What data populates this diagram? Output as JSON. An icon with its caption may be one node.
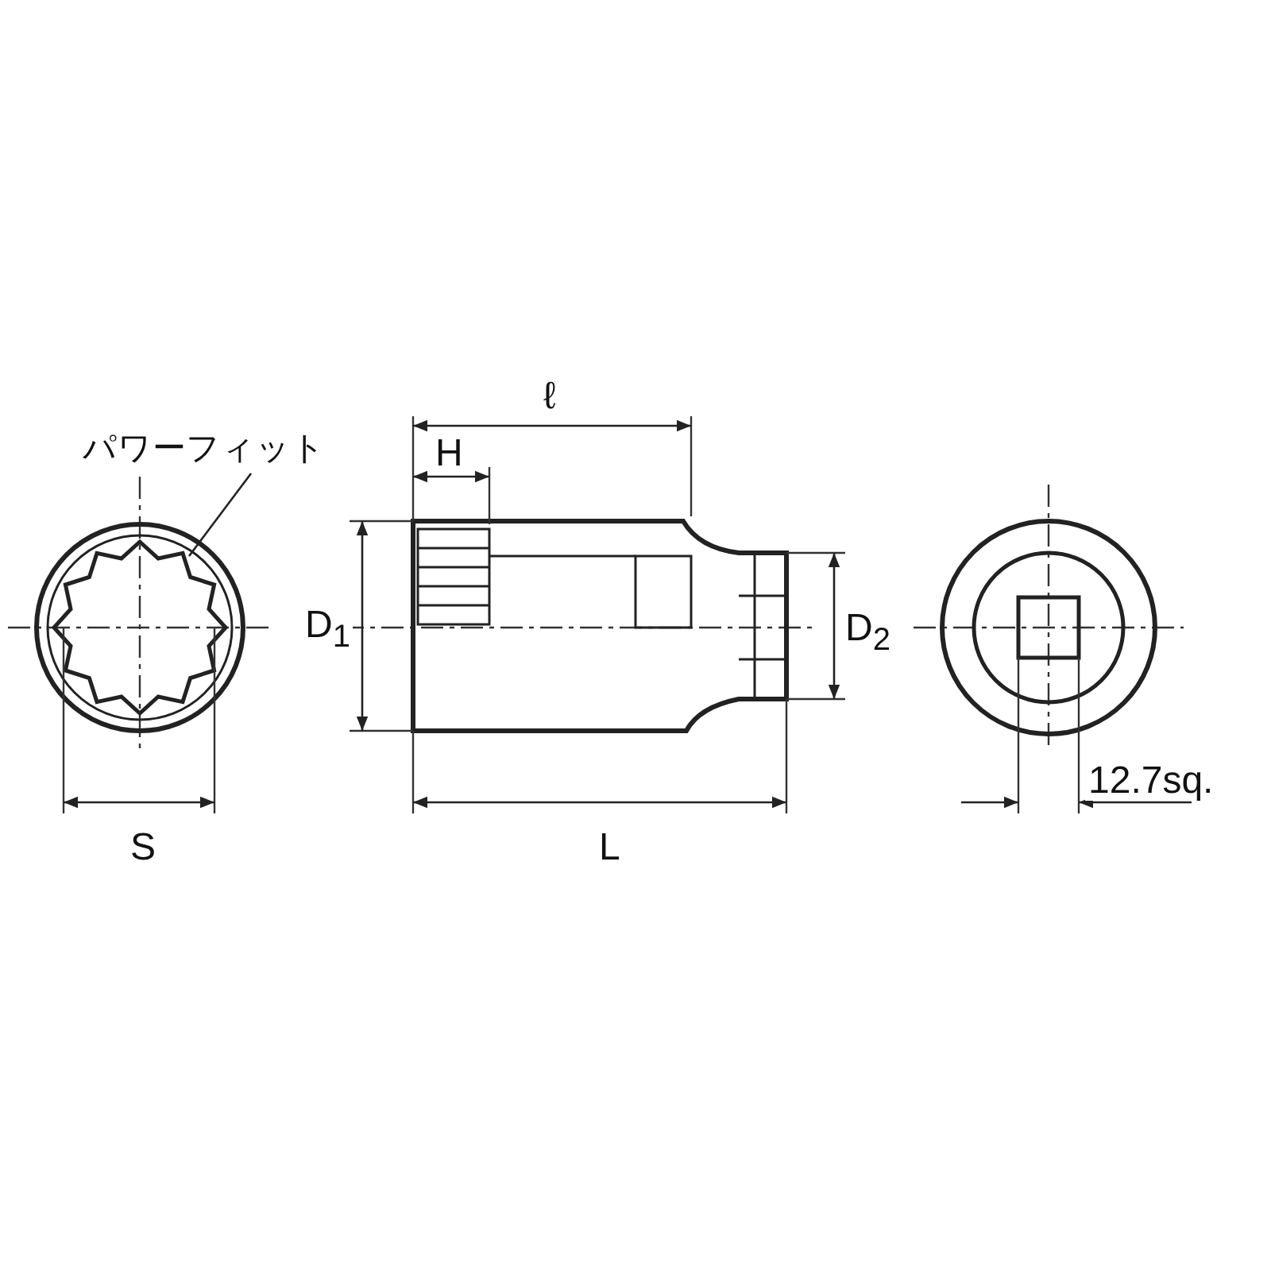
{
  "diagram": {
    "nodes": [
      {
        "text": [
          "パワーフィット"
        ]
      },
      {
        "text": [],
        "shape": "picture"
      }
    ],
    "edges": [
      {
        "from": 0,
        "to": 1,
        "arrow": "none"
      }
    ],
    "labels": [
      "ℓ",
      "H",
      "D$_{1}$",
      "D$_{2}$",
      "S",
      "L",
      "12.7sq."
    ]
  }
}
